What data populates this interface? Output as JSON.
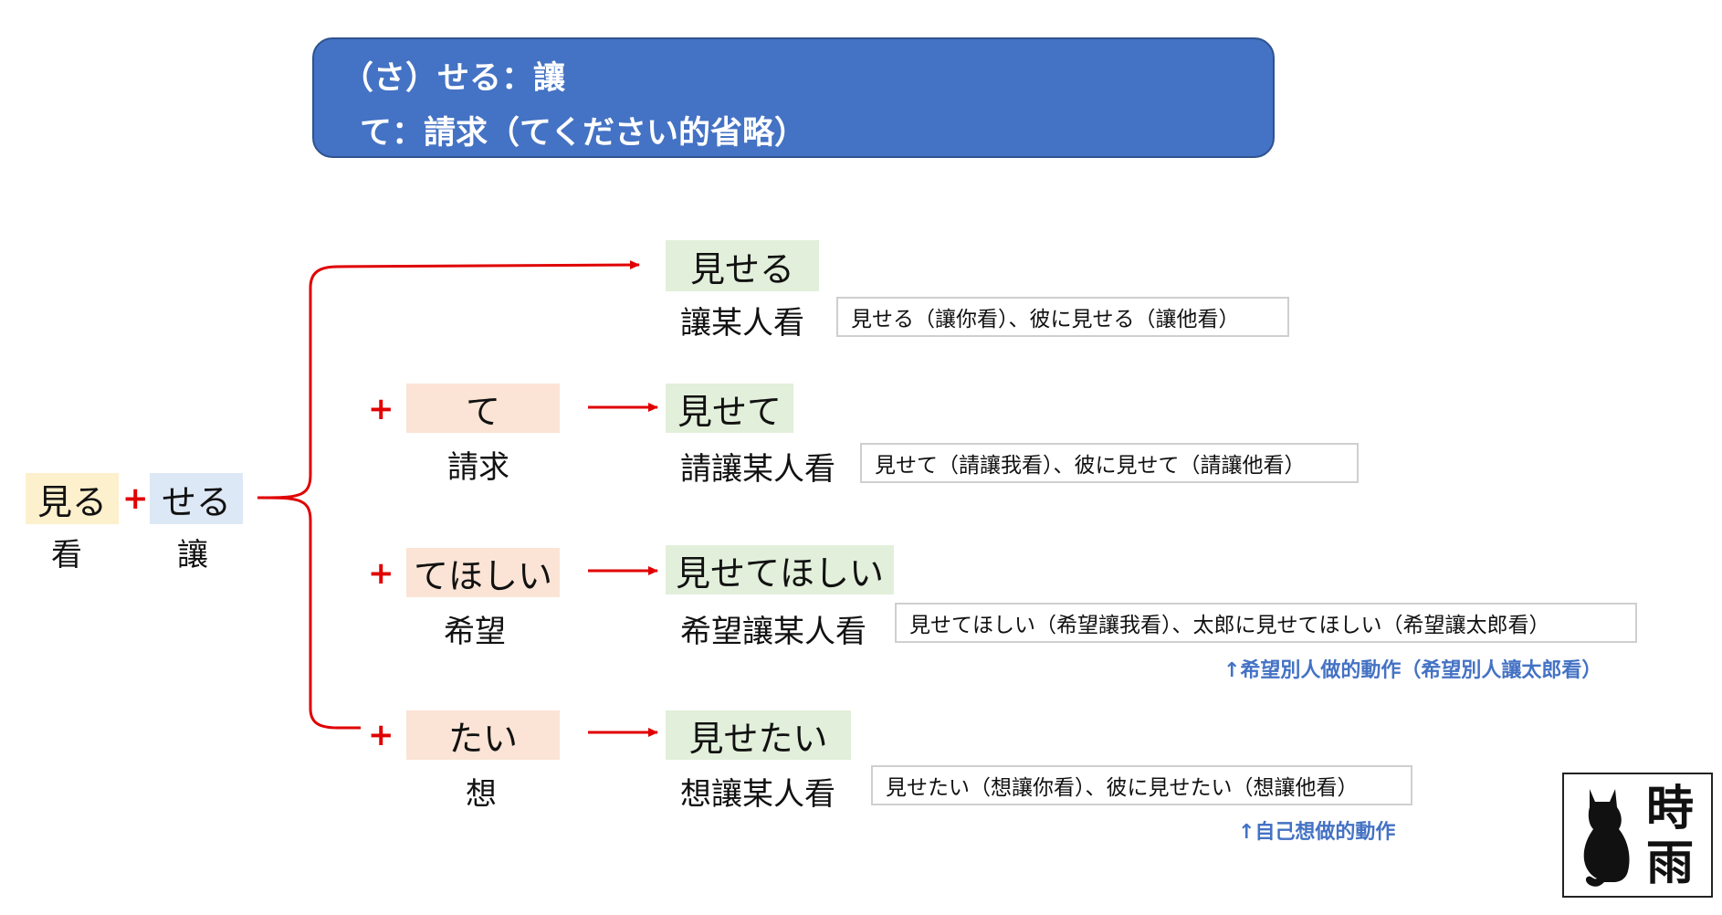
{
  "banner": {
    "line1": "（さ）せる：讓",
    "line2": "て：請求（てください的省略）"
  },
  "base": {
    "verb": "見る",
    "verb_meaning": "看",
    "plus": "+",
    "aux": "せる",
    "aux_meaning": "讓"
  },
  "rows": [
    {
      "suffix": "",
      "suffix_meaning": "",
      "result": "見せる",
      "result_meaning": "讓某人看",
      "example": "見せる（讓你看）、彼に見せる（讓他看）",
      "note": ""
    },
    {
      "suffix": "て",
      "suffix_meaning": "請求",
      "result": "見せて",
      "result_meaning": "請讓某人看",
      "example": "見せて（請讓我看）、彼に見せて（請讓他看）",
      "note": ""
    },
    {
      "suffix": "てほしい",
      "suffix_meaning": "希望",
      "result": "見せてほしい",
      "result_meaning": "希望讓某人看",
      "example": "見せてほしい（希望讓我看）、太郎に見せてほしい（希望讓太郎看）",
      "note": "↑希望別人做的動作（希望別人讓太郎看）"
    },
    {
      "suffix": "たい",
      "suffix_meaning": "想",
      "result": "見せたい",
      "result_meaning": "想讓某人看",
      "example": "見せたい（想讓你看）、彼に見せたい（想讓他看）",
      "note": "↑自己想做的動作"
    }
  ],
  "logo": {
    "char1": "時",
    "char2": "雨",
    "icon": "cat-silhouette-icon"
  },
  "colors": {
    "banner": "#4472c4",
    "arrow": "#e00000",
    "note": "#4472c4"
  }
}
